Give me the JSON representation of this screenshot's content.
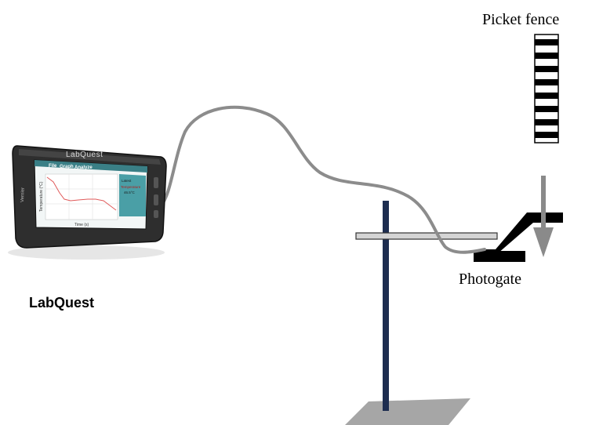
{
  "labels": {
    "picket_fence": "Picket fence",
    "photogate": "Photogate",
    "labquest": "LabQuest"
  },
  "device": {
    "brand": "LabQuest",
    "menu": [
      "File",
      "Graph",
      "Analyze"
    ],
    "y_axis_label": "Temperature (°C)",
    "x_axis_label": "Time (s)",
    "side_text_1": "Latest",
    "side_text_2": "Temperature",
    "side_value": "46.5°C",
    "vernier": "Vernier"
  },
  "colors": {
    "cable": "#8c8c8c",
    "rod": "#1d2d50",
    "base": "#a6a6a6",
    "arrow": "#8a8a8a",
    "photogate": "#000000",
    "screen_accent": "#4a9fa6",
    "graph_line": "#e05a5a"
  }
}
